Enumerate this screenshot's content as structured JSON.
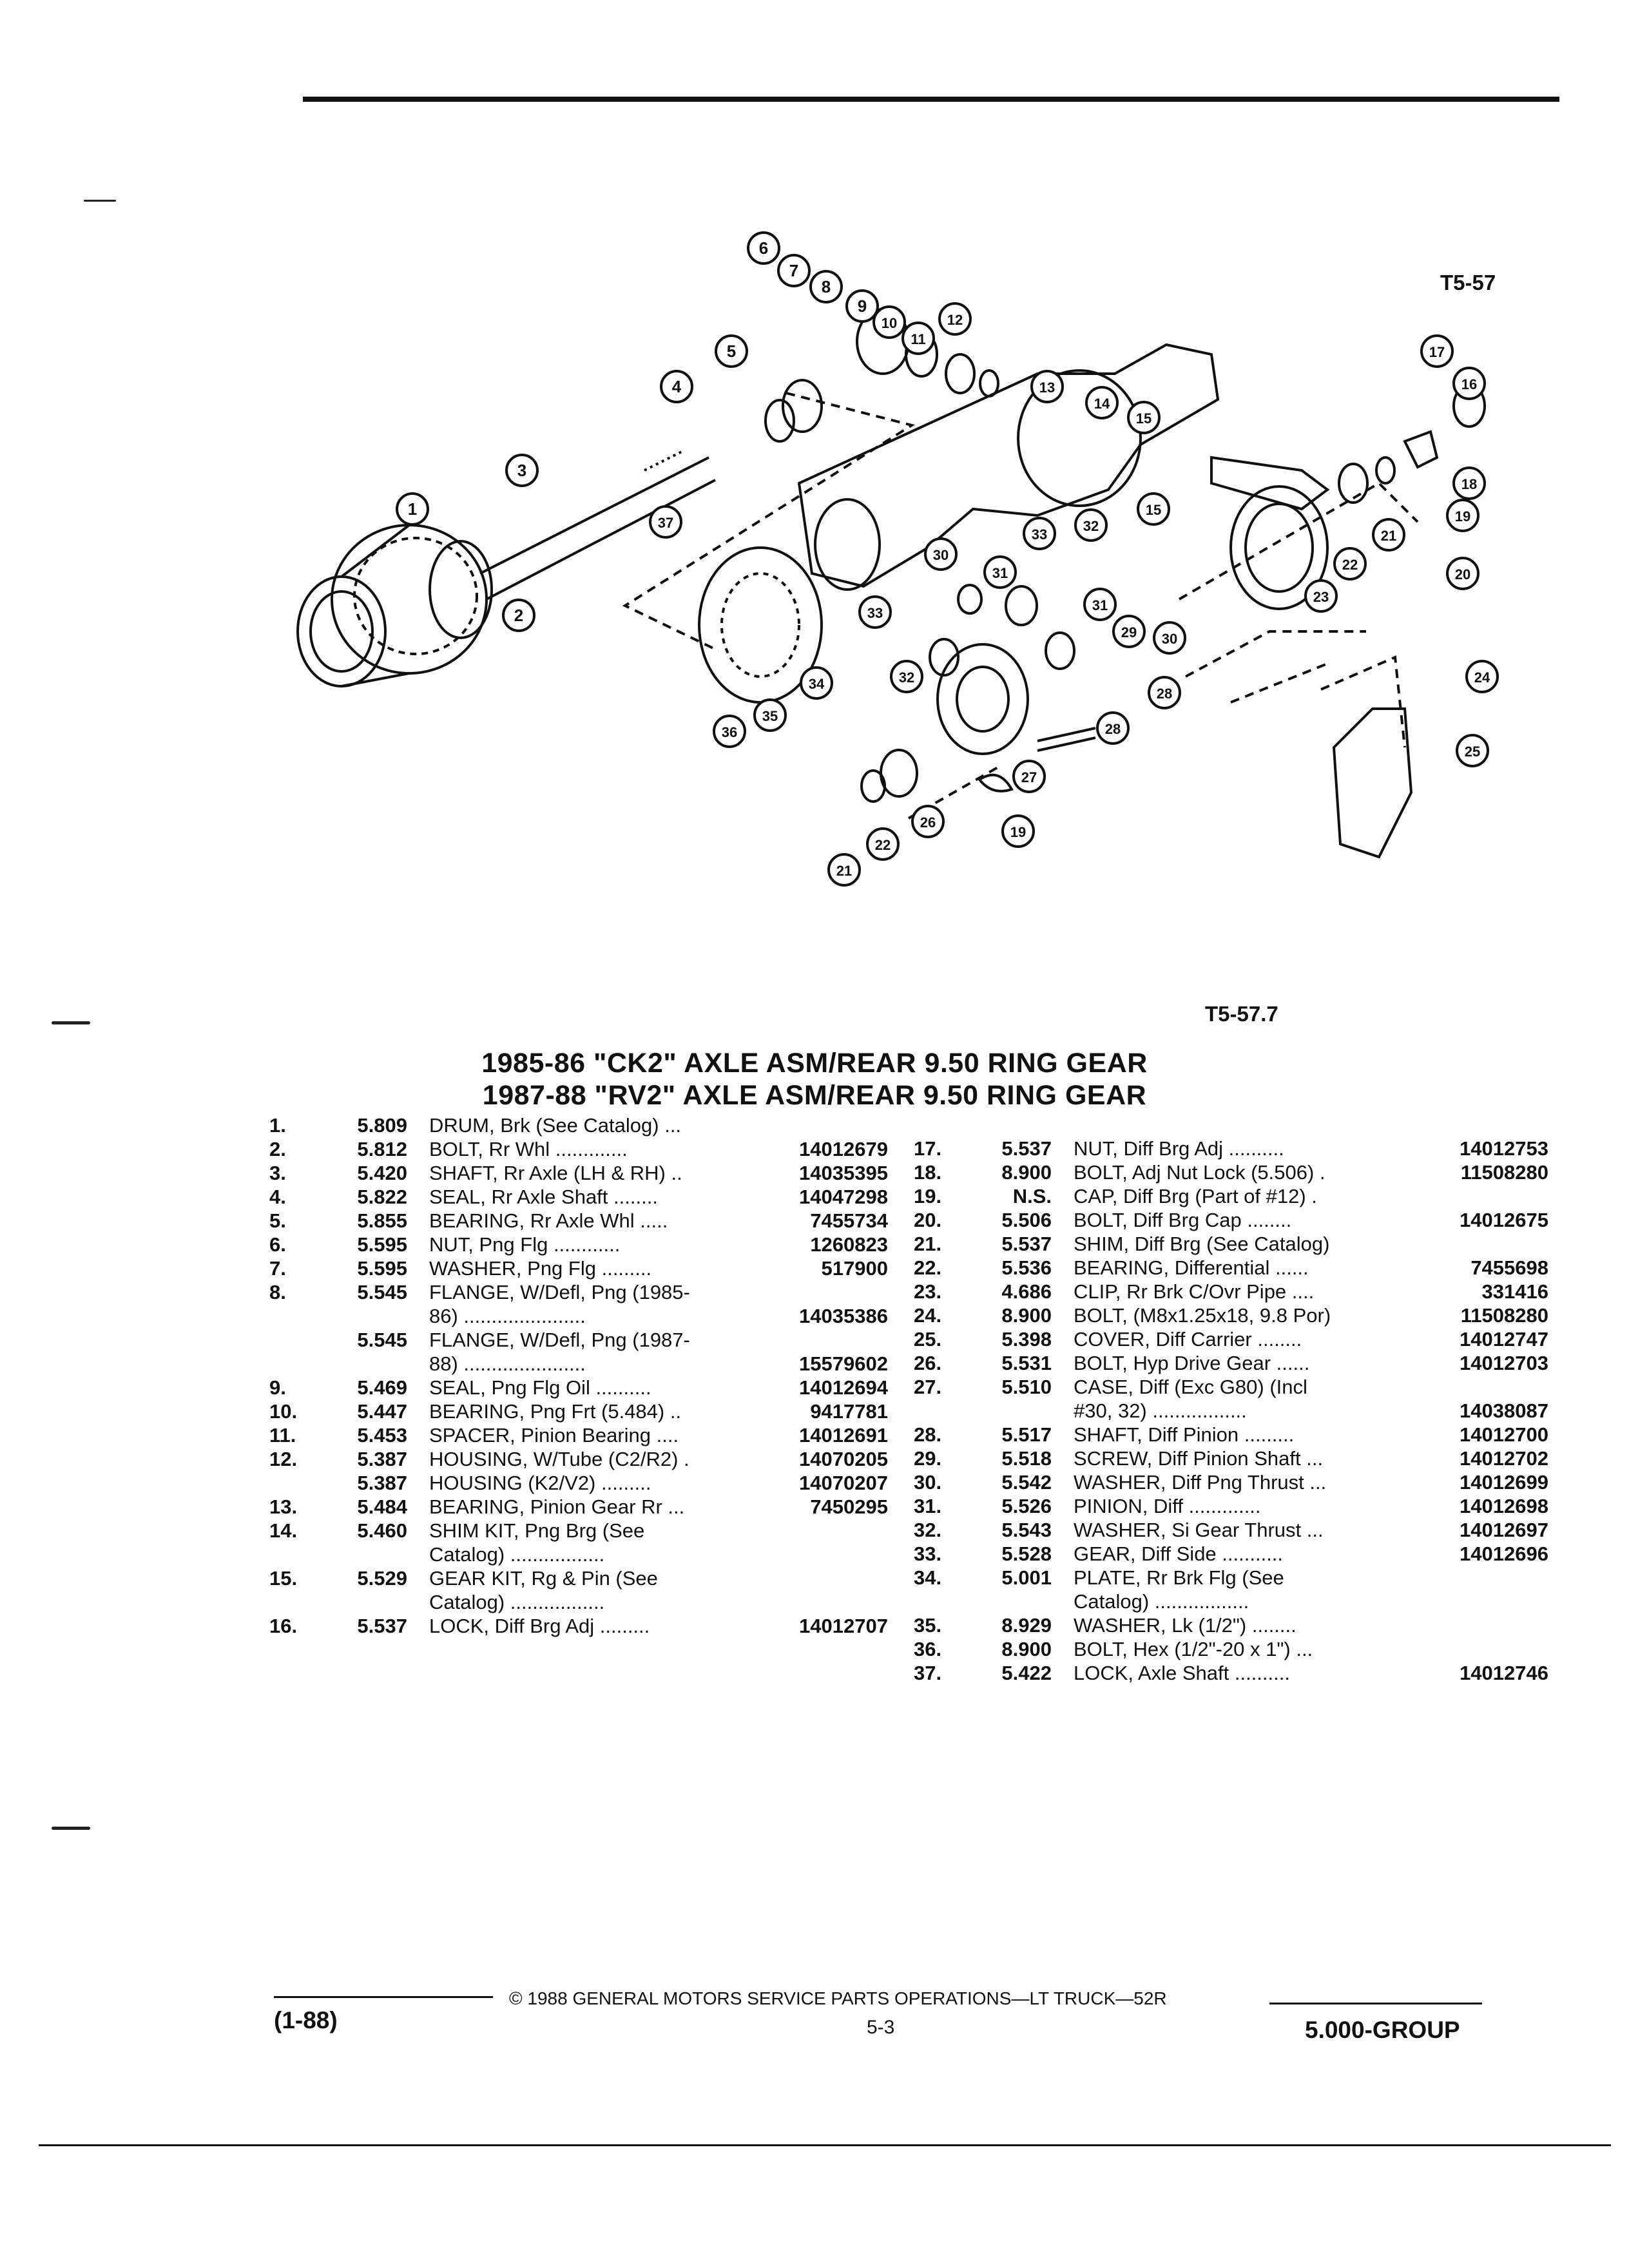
{
  "figure_labels": {
    "top": "T5-57",
    "bottom": "T5-57.7"
  },
  "titles": [
    "1985-86 \"CK2\" AXLE ASM/REAR 9.50 RING GEAR",
    "1987-88 \"RV2\" AXLE ASM/REAR 9.50 RING GEAR"
  ],
  "callouts": [
    "1",
    "2",
    "3",
    "4",
    "5",
    "6",
    "7",
    "8",
    "9",
    "10",
    "11",
    "12",
    "13",
    "14",
    "15",
    "15",
    "16",
    "17",
    "18",
    "19",
    "19",
    "20",
    "21",
    "21",
    "22",
    "22",
    "23",
    "24",
    "25",
    "26",
    "27",
    "28",
    "28",
    "29",
    "30",
    "30",
    "31",
    "31",
    "32",
    "32",
    "33",
    "33",
    "34",
    "35",
    "36",
    "37"
  ],
  "parts_left": [
    {
      "num": "1.",
      "code": "5.809",
      "desc": "DRUM, Brk (See Catalog) ...",
      "pn": ""
    },
    {
      "num": "2.",
      "code": "5.812",
      "desc": "BOLT, Rr Whl .............",
      "pn": "14012679"
    },
    {
      "num": "3.",
      "code": "5.420",
      "desc": "SHAFT, Rr Axle (LH & RH) ..",
      "pn": "14035395"
    },
    {
      "num": "4.",
      "code": "5.822",
      "desc": "SEAL, Rr Axle Shaft ........",
      "pn": "14047298"
    },
    {
      "num": "5.",
      "code": "5.855",
      "desc": "BEARING, Rr Axle Whl .....",
      "pn": " 7455734"
    },
    {
      "num": "6.",
      "code": "5.595",
      "desc": "NUT, Png Flg ............",
      "pn": " 1260823"
    },
    {
      "num": "7.",
      "code": "5.595",
      "desc": "WASHER, Png Flg .........",
      "pn": "  517900"
    },
    {
      "num": "8.",
      "code": "5.545",
      "desc": "FLANGE, W/Defl, Png (1985-",
      "pn": ""
    },
    {
      "num": "",
      "code": "",
      "desc": "86) ......................",
      "pn": "14035386"
    },
    {
      "num": "",
      "code": "5.545",
      "desc": "FLANGE, W/Defl, Png (1987-",
      "pn": ""
    },
    {
      "num": "",
      "code": "",
      "desc": "88) ......................",
      "pn": "15579602"
    },
    {
      "num": "9.",
      "code": "5.469",
      "desc": "SEAL, Png Flg Oil ..........",
      "pn": "14012694"
    },
    {
      "num": "10.",
      "code": "5.447",
      "desc": "BEARING, Png Frt (5.484) ..",
      "pn": " 9417781"
    },
    {
      "num": "11.",
      "code": "5.453",
      "desc": "SPACER, Pinion Bearing ....",
      "pn": "14012691"
    },
    {
      "num": "12.",
      "code": "5.387",
      "desc": "HOUSING, W/Tube (C2/R2) .",
      "pn": "14070205"
    },
    {
      "num": "",
      "code": "5.387",
      "desc": "HOUSING (K2/V2) .........",
      "pn": "14070207"
    },
    {
      "num": "13.",
      "code": "5.484",
      "desc": "BEARING, Pinion Gear Rr ...",
      "pn": " 7450295"
    },
    {
      "num": "14.",
      "code": "5.460",
      "desc": "SHIM KIT, Png Brg (See",
      "pn": ""
    },
    {
      "num": "",
      "code": "",
      "desc": "Catalog) .................",
      "pn": ""
    },
    {
      "num": "15.",
      "code": "5.529",
      "desc": "GEAR KIT, Rg & Pin (See",
      "pn": ""
    },
    {
      "num": "",
      "code": "",
      "desc": "Catalog) .................",
      "pn": ""
    },
    {
      "num": "16.",
      "code": "5.537",
      "desc": "LOCK, Diff Brg Adj .........",
      "pn": "14012707"
    }
  ],
  "parts_right": [
    {
      "num": "17.",
      "code": "5.537",
      "desc": "NUT, Diff Brg Adj ..........",
      "pn": "14012753"
    },
    {
      "num": "18.",
      "code": "8.900",
      "desc": "BOLT, Adj Nut Lock (5.506) .",
      "pn": "11508280"
    },
    {
      "num": "19.",
      "code": "N.S.",
      "desc": "CAP, Diff Brg (Part of #12) .",
      "pn": ""
    },
    {
      "num": "20.",
      "code": "5.506",
      "desc": "BOLT, Diff Brg Cap ........",
      "pn": "14012675"
    },
    {
      "num": "21.",
      "code": "5.537",
      "desc": "SHIM, Diff Brg (See Catalog)",
      "pn": ""
    },
    {
      "num": "22.",
      "code": "5.536",
      "desc": "BEARING, Differential ......",
      "pn": " 7455698"
    },
    {
      "num": "23.",
      "code": "4.686",
      "desc": "CLIP, Rr Brk C/Ovr Pipe ....",
      "pn": "  331416"
    },
    {
      "num": "24.",
      "code": "8.900",
      "desc": "BOLT, (M8x1.25x18, 9.8 Por)",
      "pn": " 11508280"
    },
    {
      "num": "25.",
      "code": "5.398",
      "desc": "COVER, Diff Carrier ........",
      "pn": "14012747"
    },
    {
      "num": "26.",
      "code": "5.531",
      "desc": "BOLT, Hyp Drive Gear ......",
      "pn": "14012703"
    },
    {
      "num": "27.",
      "code": "5.510",
      "desc": "CASE, Diff (Exc G80) (Incl",
      "pn": ""
    },
    {
      "num": "",
      "code": "",
      "desc": "#30, 32) .................",
      "pn": "14038087"
    },
    {
      "num": "28.",
      "code": "5.517",
      "desc": "SHAFT, Diff Pinion .........",
      "pn": "14012700"
    },
    {
      "num": "29.",
      "code": "5.518",
      "desc": "SCREW, Diff Pinion Shaft ...",
      "pn": "14012702"
    },
    {
      "num": "30.",
      "code": "5.542",
      "desc": "WASHER, Diff Png Thrust ...",
      "pn": "14012699"
    },
    {
      "num": "31.",
      "code": "5.526",
      "desc": "PINION, Diff .............",
      "pn": "14012698"
    },
    {
      "num": "32.",
      "code": "5.543",
      "desc": "WASHER, Si Gear Thrust ...",
      "pn": "14012697"
    },
    {
      "num": "33.",
      "code": "5.528",
      "desc": "GEAR, Diff Side ...........",
      "pn": "14012696"
    },
    {
      "num": "34.",
      "code": "5.001",
      "desc": "PLATE, Rr Brk Flg (See",
      "pn": ""
    },
    {
      "num": "",
      "code": "",
      "desc": "Catalog) .................",
      "pn": ""
    },
    {
      "num": "35.",
      "code": "8.929",
      "desc": "WASHER, Lk (1/2\") ........",
      "pn": ""
    },
    {
      "num": "36.",
      "code": "8.900",
      "desc": "BOLT, Hex (1/2\"-20 x 1\") ...",
      "pn": ""
    },
    {
      "num": "37.",
      "code": "5.422",
      "desc": "LOCK, Axle Shaft ..........",
      "pn": "14012746"
    }
  ],
  "footer": {
    "copyright": "© 1988 GENERAL MOTORS SERVICE PARTS OPERATIONS—LT TRUCK—52R",
    "date": "(1-88)",
    "page": "5-3",
    "group": "5.000-GROUP"
  }
}
